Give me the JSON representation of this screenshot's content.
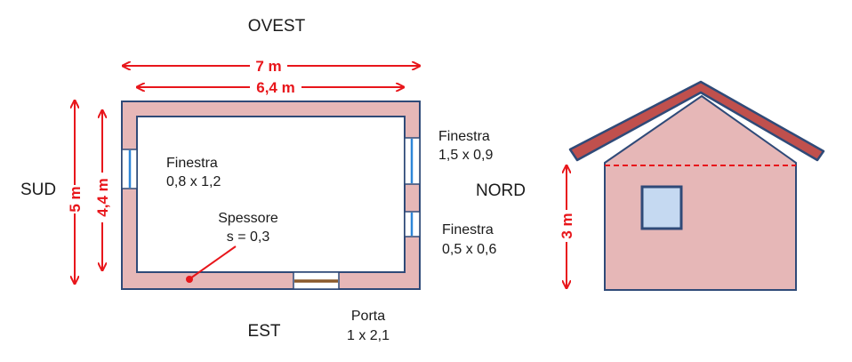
{
  "orientation": {
    "west": "OVEST",
    "east": "EST",
    "south": "SUD",
    "north": "NORD"
  },
  "dimensions": {
    "outer_length": "7 m",
    "inner_length": "6,4 m",
    "outer_width": "5 m",
    "inner_width": "4,4 m",
    "height": "3 m"
  },
  "openings": {
    "window_south": {
      "title": "Finestra",
      "size": "0,8 x 1,2"
    },
    "window_north_top": {
      "title": "Finestra",
      "size": "1,5 x 0,9"
    },
    "window_north_bottom": {
      "title": "Finestra",
      "size": "0,5 x 0,6"
    },
    "door": {
      "title": "Porta",
      "size": "1 x 2,1"
    }
  },
  "wall": {
    "title": "Spessore",
    "value": "s = 0,3"
  },
  "colors": {
    "wall": "#e6b7b7",
    "outline": "#2f4a78",
    "dimension": "#e8161b",
    "roof": "#c0504d",
    "window_glass": "#c5d9f1",
    "door": "#8b5a2b"
  }
}
